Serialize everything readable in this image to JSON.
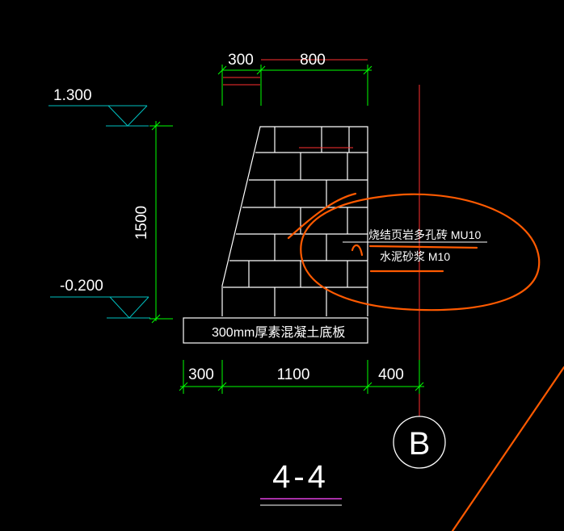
{
  "drawing": {
    "section_title": "4-4",
    "grid_axis_label": "B"
  },
  "elevations": {
    "top": "1.300",
    "bottom": "-0.200"
  },
  "dimensions": {
    "top_left": "300",
    "top_right": "800",
    "vertical_height": "1500",
    "bottom_left": "300",
    "bottom_middle": "1100",
    "bottom_right": "400"
  },
  "annotations": {
    "base_slab": "300mm厚素混凝土底板",
    "brick_material": "烧结页岩多孔砖 MU10",
    "mortar_material": "水泥砂浆 M10"
  },
  "colors": {
    "background": "#000000",
    "wall_lines": "#ffffff",
    "dimension_lines": "#00ff00",
    "elevation_markers": "#00c0c0",
    "markup_ink": "#ff5a00",
    "dimension_ticks": "#ff3030",
    "axis_line": "#ff3030",
    "title_underline": "#e040e0"
  }
}
